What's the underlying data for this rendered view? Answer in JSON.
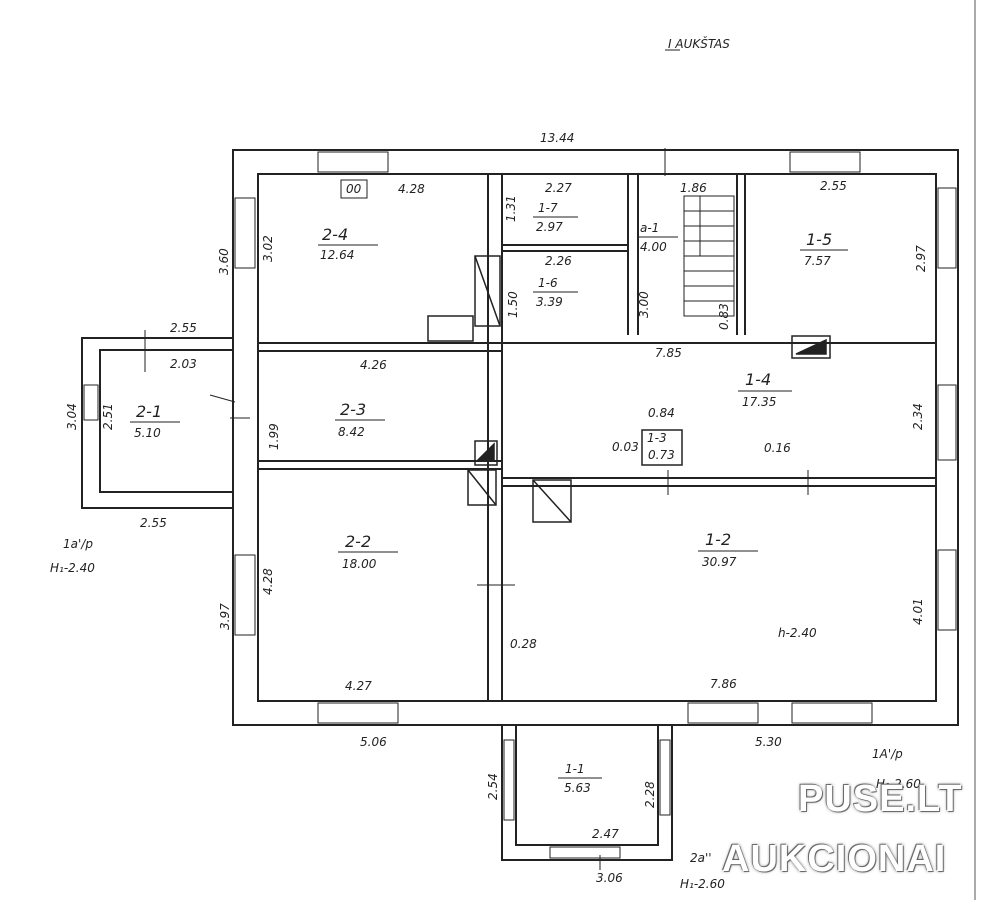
{
  "floor_title": "I AUKŠTAS",
  "overall_dimension": "13.44",
  "rooms": [
    {
      "id": "2-4",
      "area": "12.64"
    },
    {
      "id": "1-7",
      "area": "2.97"
    },
    {
      "id": "1-6",
      "area": "3.39"
    },
    {
      "id": "a-1",
      "area": "4.00"
    },
    {
      "id": "1-5",
      "area": "7.57"
    },
    {
      "id": "2-1",
      "area": "5.10"
    },
    {
      "id": "2-3",
      "area": "8.42"
    },
    {
      "id": "1-4",
      "area": "17.35"
    },
    {
      "id": "1-3",
      "area": "0.73"
    },
    {
      "id": "2-2",
      "area": "18.00"
    },
    {
      "id": "1-2",
      "area": "30.97"
    },
    {
      "id": "1-1",
      "area": "5.63"
    }
  ],
  "dimensions": [
    "4.28",
    "2.27",
    "1.86",
    "2.55",
    "3.60",
    "3.02",
    "1.31",
    "2.26",
    "1.50",
    "3.00",
    "0.83",
    "2.97",
    "2.55",
    "2.03",
    "4.26",
    "7.85",
    "3.04",
    "2.51",
    "1.99",
    "0.84",
    "0.03",
    "0.16",
    "2.34",
    "2.55",
    "4.28",
    "3.97",
    "0.28",
    "4.01",
    "4.27",
    "7.86",
    "5.06",
    "5.30",
    "2.54",
    "2.28",
    "2.47",
    "3.06"
  ],
  "notes": {
    "left_annex": "1a'/p",
    "left_height": "H₁-2.40",
    "right_annex": "1A'/p",
    "right_height": "H₁-2.60",
    "bottom_annex": "2a''",
    "bottom_height": "H₁-2.60",
    "main_height": "h-2.40",
    "box_label": "00"
  },
  "watermark": {
    "line1": "PUSE.LT",
    "line2": "AUKCIONAI"
  }
}
